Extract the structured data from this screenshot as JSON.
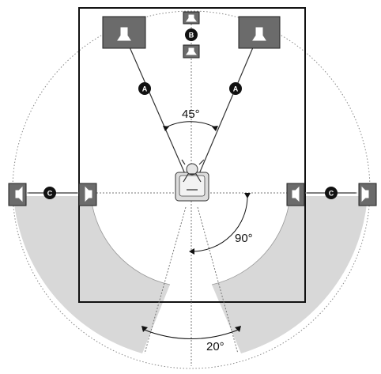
{
  "labels": {
    "front_angle": "45°",
    "side_angle": "90°",
    "rear_angle": "20°"
  },
  "badges": {
    "front_distance": "A",
    "center": "B",
    "surround_distance": "C"
  },
  "colors": {
    "room_outline": "#111111",
    "speaker_fill": "#6b6b6b",
    "badge_fill": "#111111",
    "zone_fill": "#d8d8d8"
  },
  "icons": [
    "speaker-icon",
    "listener-icon",
    "angle-arc-icon"
  ]
}
